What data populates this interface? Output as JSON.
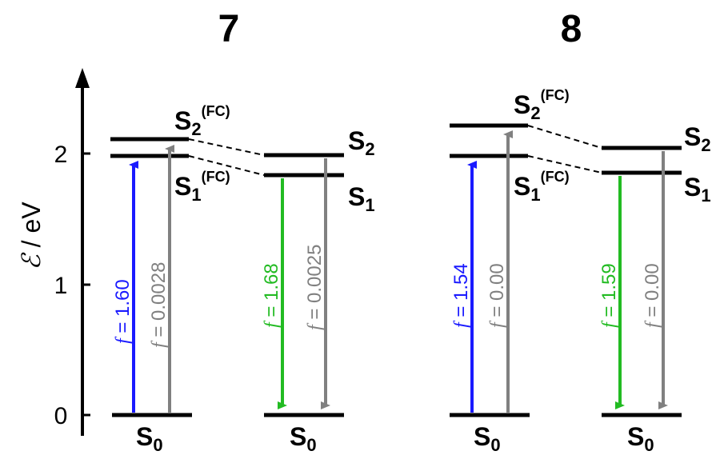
{
  "panels": [
    {
      "label": "7",
      "levels": {
        "S2_FC": {
          "label": "S",
          "sub": "2",
          "sup": "(FC)"
        },
        "S1_FC": {
          "label": "S",
          "sub": "1",
          "sup": "(FC)"
        },
        "S2": {
          "label": "S",
          "sub": "2"
        },
        "S1": {
          "label": "S",
          "sub": "1"
        },
        "S0_left": {
          "label": "S",
          "sub": "0"
        },
        "S0_right": {
          "label": "S",
          "sub": "0"
        }
      },
      "transitions": [
        {
          "f_symbol": "f",
          "text": " = 1.60",
          "color": "#1a1aff"
        },
        {
          "f_symbol": "f",
          "text": " = 0.0028",
          "color": "#808080"
        },
        {
          "f_symbol": "f",
          "text": " = 1.68",
          "color": "#22bb22"
        },
        {
          "f_symbol": "f",
          "text": " = 0.0025",
          "color": "#808080"
        }
      ]
    },
    {
      "label": "8",
      "levels": {
        "S2_FC": {
          "label": "S",
          "sub": "2",
          "sup": "(FC)"
        },
        "S1_FC": {
          "label": "S",
          "sub": "1",
          "sup": "(FC)"
        },
        "S2": {
          "label": "S",
          "sub": "2"
        },
        "S1": {
          "label": "S",
          "sub": "1"
        },
        "S0_left": {
          "label": "S",
          "sub": "0"
        },
        "S0_right": {
          "label": "S",
          "sub": "0"
        }
      },
      "transitions": [
        {
          "f_symbol": "f",
          "text": " = 1.54",
          "color": "#1a1aff"
        },
        {
          "f_symbol": "f",
          "text": " = 0.00",
          "color": "#808080"
        },
        {
          "f_symbol": "f",
          "text": " = 1.59",
          "color": "#22bb22"
        },
        {
          "f_symbol": "f",
          "text": " = 0.00",
          "color": "#808080"
        }
      ]
    }
  ],
  "axis": {
    "label_symbol": "ℰ",
    "label_rest": " / eV",
    "ticks": [
      "0",
      "1",
      "2"
    ]
  }
}
